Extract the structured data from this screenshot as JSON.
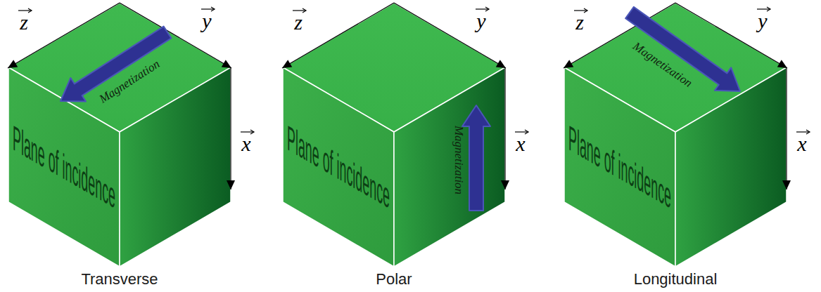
{
  "diagram": {
    "nodes": [
      {
        "text": [
          "Plane of incidence",
          "Magnetization",
          "Transverse"
        ]
      },
      {
        "text": [
          "Plane of incidence",
          "Magnetization",
          "Polar"
        ]
      },
      {
        "text": [
          "Plane of incidence",
          "Magnetization",
          "Longitudinal"
        ]
      }
    ],
    "labels": [
      "z",
      "y",
      "x",
      "z",
      "y",
      "x",
      "z",
      "y",
      "x"
    ]
  }
}
